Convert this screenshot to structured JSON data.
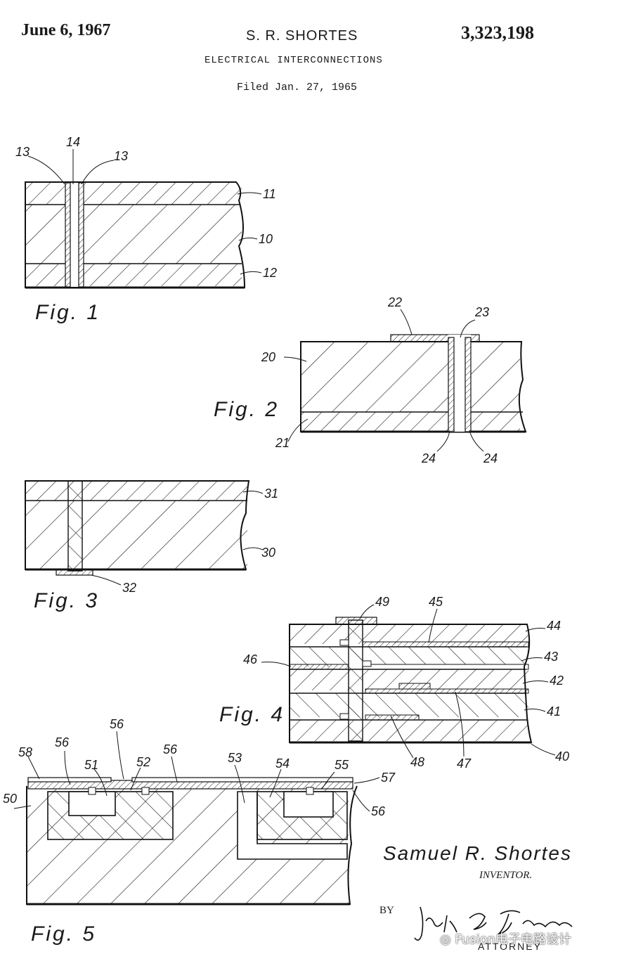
{
  "header": {
    "date": "June 6, 1967",
    "inventor": "S. R. SHORTES",
    "patent_number": "3,323,198",
    "title": "ELECTRICAL INTERCONNECTIONS",
    "filed": "Filed Jan. 27, 1965"
  },
  "figures": {
    "fig1": {
      "label": "Fig. 1",
      "refs": [
        "13",
        "14",
        "13",
        "11",
        "10",
        "12"
      ]
    },
    "fig2": {
      "label": "Fig. 2",
      "refs": [
        "22",
        "23",
        "20",
        "21",
        "24",
        "24"
      ]
    },
    "fig3": {
      "label": "Fig. 3",
      "refs": [
        "31",
        "30",
        "32"
      ]
    },
    "fig4": {
      "label": "Fig. 4",
      "refs": [
        "49",
        "45",
        "44",
        "46",
        "43",
        "42",
        "41",
        "40",
        "48",
        "47"
      ]
    },
    "fig5": {
      "label": "Fig. 5",
      "refs": [
        "56",
        "58",
        "56",
        "51",
        "52",
        "56",
        "53",
        "54",
        "55",
        "57",
        "50",
        "56"
      ]
    }
  },
  "signature": {
    "inventor_name": "Samuel R. Shortes",
    "inventor_label": "INVENTOR.",
    "by_label": "BY",
    "attorney_signature": "John G. Graham",
    "attorney_label": "ATTORNEY"
  },
  "watermark": {
    "text": "Fusion电子电路设计"
  }
}
